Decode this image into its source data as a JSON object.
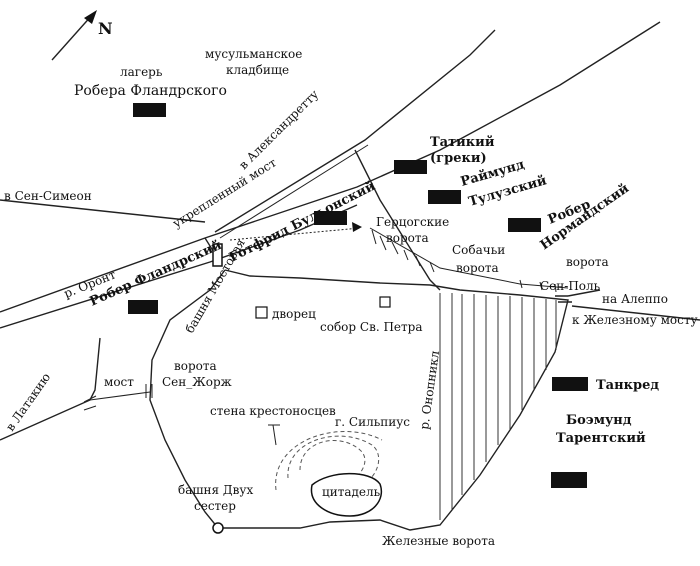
{
  "compass": {
    "label": "N"
  },
  "labels": {
    "muslim_cemetery_1": "мусульманское",
    "muslim_cemetery_2": "кладбище",
    "camp_label": "лагерь",
    "robert_flanders_top": "Робера Фландрского",
    "to_alexandretta": "в Александретту",
    "fortified_bridge": "укрепленный мост",
    "to_saint_simeon": "в Сен-Симеон",
    "godfrey": "Готфрид Бульонский",
    "dukes_gate_1": "Герцогские",
    "dukes_gate_2": "ворота",
    "tatikios_1": "Татикий",
    "tatikios_2": "(греки)",
    "raymond_1": "Раймунд",
    "raymond_2": "Тулузский",
    "robert_normandy_1": "Робер",
    "robert_normandy_2": "Нормандский",
    "dog_gate_1": "Собачьи",
    "dog_gate_2": "ворота",
    "gate_word": "ворота",
    "saint_paul": "Сен-Поль",
    "to_aleppo": "на Алеппо",
    "to_iron_bridge": "к Железному мосту",
    "orontes": "р. Оронт",
    "robert_flanders_left": "Робер Фландрский",
    "bridge_tower": "башня Мостовая",
    "palace": "дворец",
    "st_peter": "собор Св. Петра",
    "onopnikl": "р. Онопникл",
    "saint_george_gate_1": "ворота",
    "saint_george_gate_2": "Сен_Жорж",
    "bridge": "мост",
    "to_latakia": "в Латакию",
    "crusader_wall": "стена крестоносцев",
    "silpius": "г. Сильпиус",
    "tancred": "Танкред",
    "bohemond_1": "Боэмунд",
    "bohemond_2": "Тарентский",
    "two_sisters_1": "башня Двух",
    "two_sisters_2": "сестер",
    "citadel": "цитадель",
    "iron_gate": "Железные ворота"
  },
  "camps": [
    "robert_flanders_camp",
    "godfrey_camp",
    "tatikios_camp",
    "raymond_camp",
    "robert_normandy_camp",
    "robert_flanders_left_camp",
    "tancred_camp",
    "bohemond_camp"
  ],
  "colors": {
    "ink": "#111111",
    "paper": "#ffffff"
  }
}
